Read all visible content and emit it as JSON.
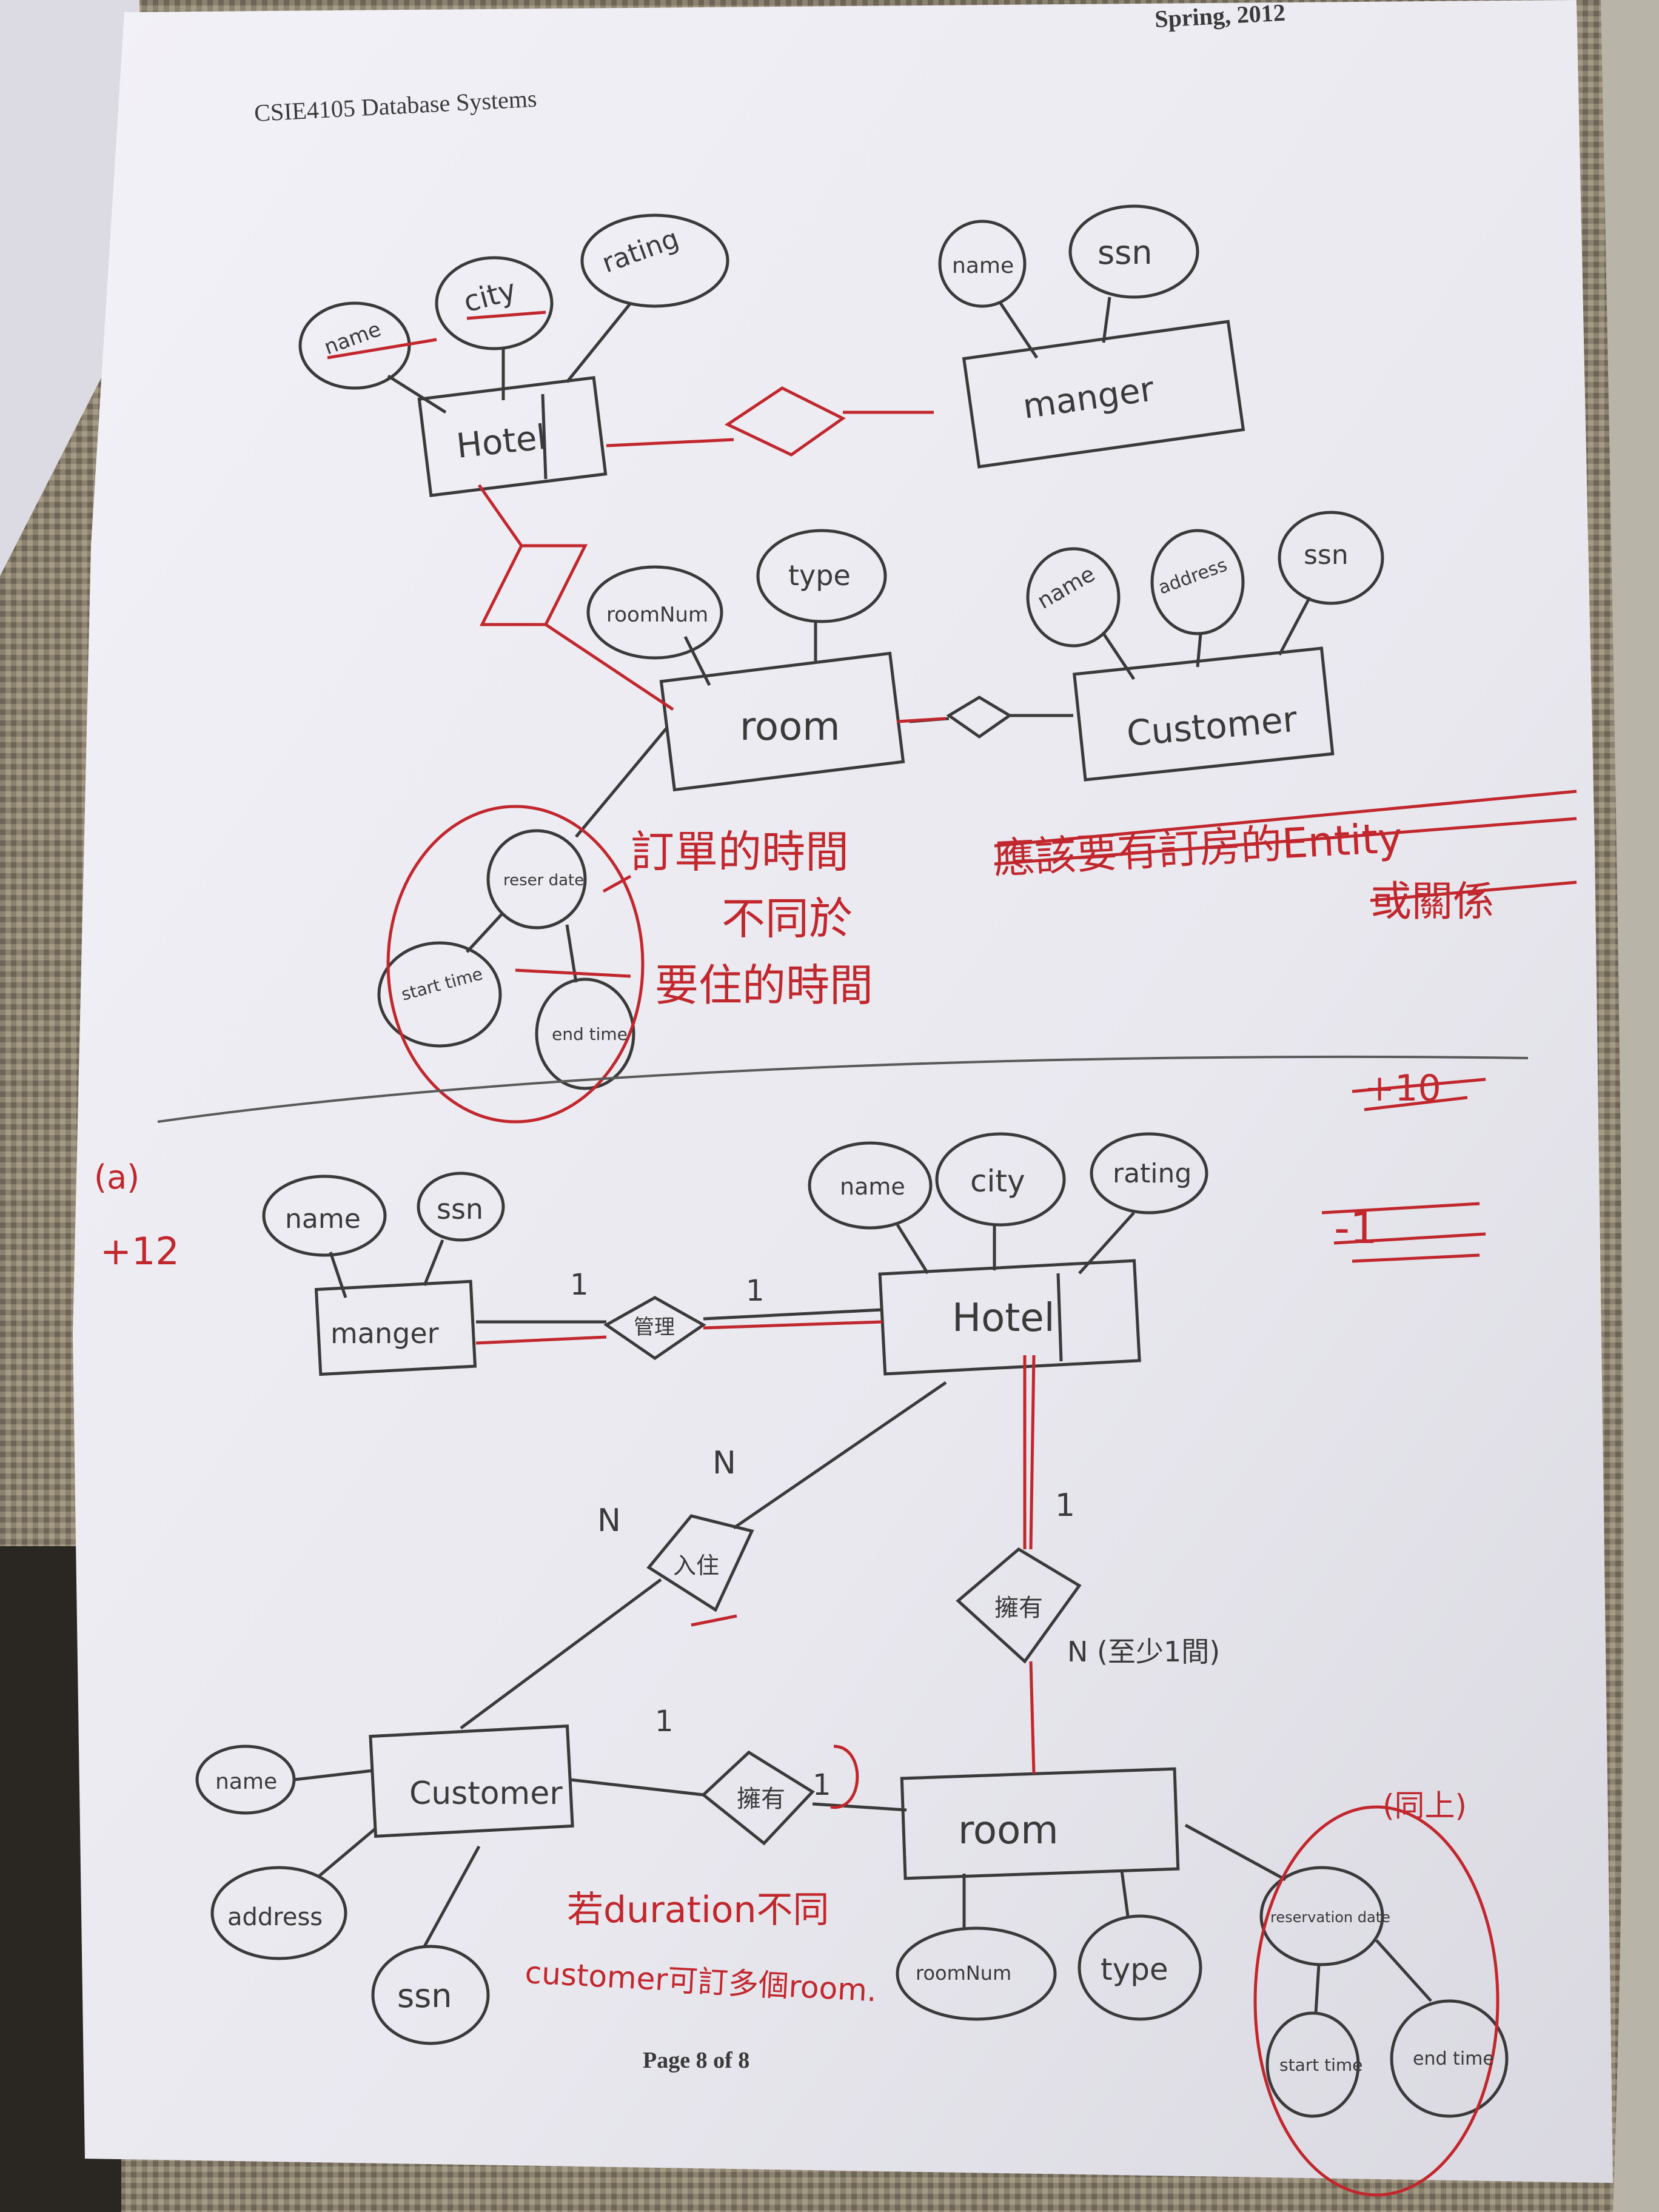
{
  "header": {
    "course": "CSIE4105 Database Systems",
    "term": "Spring, 2012"
  },
  "footer": {
    "page": "Page 8 of 8"
  },
  "top_diagram": {
    "hotel": {
      "entity": "Hotel",
      "attrs": [
        "name",
        "city",
        "rating"
      ]
    },
    "manager": {
      "entity": "manger",
      "attrs": [
        "name",
        "ssn"
      ]
    },
    "room": {
      "entity": "room",
      "attrs": [
        "roomNum",
        "type"
      ]
    },
    "customer": {
      "entity": "Customer",
      "attrs": [
        "name",
        "address",
        "ssn"
      ]
    },
    "reservation_attrs": {
      "reserve": "reser date",
      "start": "start time",
      "end": "end time"
    },
    "note_time": [
      "訂單的時間",
      "不同於",
      "要住的時間"
    ],
    "note_entity": [
      "應該要有訂房的Entity",
      "或關係"
    ]
  },
  "bottom_diagram": {
    "part_label": "(a)",
    "score": "+12",
    "manager": {
      "entity": "manger",
      "attrs": [
        "name",
        "ssn"
      ]
    },
    "hotel": {
      "entity": "Hotel",
      "attrs": [
        "name",
        "city",
        "rating"
      ]
    },
    "rel_manage": "管理",
    "rel_stay": "入住",
    "rel_own": "擁有",
    "rel_reserve": "擁有",
    "card": {
      "one": "1",
      "many": "N",
      "many_note": "N (至少1間)"
    },
    "customer": {
      "entity": "Customer",
      "attrs": [
        "name",
        "address",
        "ssn"
      ]
    },
    "room": {
      "entity": "room",
      "attrs": [
        "roomNum",
        "type"
      ]
    },
    "reservation_attrs": {
      "reserve": "reservation date",
      "start": "start time",
      "end": "end time"
    },
    "same_note": "(同上)",
    "note_duration": [
      "若duration不同",
      "customer可訂多個room."
    ],
    "crossed_marks": [
      "+10",
      "-1"
    ]
  },
  "colors": {
    "ink": "#3a3a3a",
    "red_pen": "#c1272d",
    "paper": "#ecebf2",
    "fabric": "#8c8270"
  }
}
